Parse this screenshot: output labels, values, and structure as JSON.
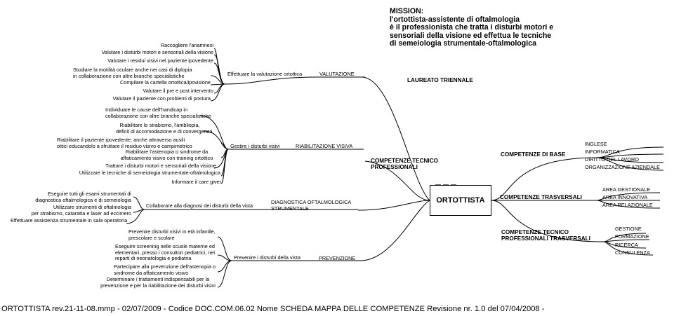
{
  "mission": {
    "line1": "MISSION:",
    "line2": "l'ortottista-assistente di oftalmologia",
    "line3": "è il professionista che tratta i disturbi motori e",
    "line4": "sensoriali della visione ed effettua le tecniche",
    "line5": "di semeiologia strumentale-oftalmologica"
  },
  "laureato": "LAUREATO TRIENNALE",
  "root": "ORTOTTISTA",
  "competenze_tecnico": {
    "line1": "COMPETENZE TECNICO",
    "line2": "PROFESSIONALI"
  },
  "competenze_di_base": {
    "label": "COMPETENZE DI BASE",
    "items": [
      "INGLESE",
      "INFORMATICA",
      "DIRITTO DEL LAVORO",
      "ORGANIZZAZIONE AZIENDALE"
    ]
  },
  "competenze_trasversali": {
    "label": "COMPETENZE TRASVERSALI",
    "items": [
      "AREA GESTIONALE",
      "AREA INNOVATIVA",
      "AREA RELAZIONALE"
    ]
  },
  "competenze_tecnico_trasversali": {
    "line1": "COMPETENZE TECNICO",
    "line2": "PROFESSIONALI TRASVERSALI",
    "items": [
      "GESTIONE",
      "FORMAZIONE",
      "RICERCA",
      "CONSULENZA"
    ]
  },
  "valutazione": {
    "label": "VALUTAZIONE",
    "sub": "Effettuare la valutazione ortottica",
    "items": [
      "Raccogliere l'anamnesi",
      "Valutare i disturbi motori e sensoriali della visione",
      "Valutare i residui visivi nel paziente ipovedente",
      "Studiare la motilità oculare anche nei casi di diplopia",
      "in collaborazione con altre branche specialistiche",
      "Compilare la cartella ortottica/ipovisione",
      "Valutare il pre e post intervento",
      "Valutare il paziente con problemi di postura"
    ]
  },
  "riabilitazione": {
    "label": "RIABILITAZIONE VISIVA",
    "sub": "Gestire i disturbi visivi",
    "items": [
      "Individuare le cause dell'handicap in",
      "collaborazione con altre branche specialistiche",
      "Riabilitare lo strabismo, l'ambliopia,",
      "deficit di accomodazione e di convergenza",
      "Riabilitare il paziente ipovedente, anche attraverso ausili",
      "ottici educandolo a sfruttare il residuo visivo e campimetrico",
      "Riabilitare l'astenopia o sindrome da",
      "affaticamento visivo con training ortottico",
      "Trattare i disturbi motori e sensoriali della visione",
      "Utilizzare le tecniche di semeiologia strumentale-oftalmologica",
      "Informare il care giver"
    ]
  },
  "diagnostica": {
    "line1": "DIAGNOSTICA OFTALMOLOGICA",
    "line2": "STRUMENTALE",
    "sub": "Collaborare alla diagnosi dei disturbi della vista",
    "items": [
      "Eseguire tutti gli esami strumentali di",
      "diagnostica oftalmologica e di semeiologia",
      "Utilizzare strumenti di oftalmologia",
      "per strabismo, cataratta e laser ad eccimero",
      "Effettuare assistenza strumentale in sala operatoria"
    ]
  },
  "prevenzione": {
    "label": "PREVENZIONE",
    "sub": "Prevenire i disturbi della vista",
    "items": [
      "Prevenire disturbi visivi in età infantile,",
      "prescolare e scolare",
      "Eseguire screening nelle scuole materne ed",
      "elementari, presso i consultori pediatrici, nei",
      "reparti di neonatologia e pediatria",
      "Partecipare alla prevenzione dell'astenopia o",
      "sindrome da affaticamento visivo",
      "Determinare i trattamenti indispensabili per la",
      "prevenzione e per la riabilitazione dei disturbi visivi"
    ]
  },
  "footer": "ORTOTTISTA rev.21-11-08.mmp - 02/07/2009 - Codice DOC.COM.06.02    Nome SCHEDA MAPPA DELLE COMPETENZE   Revisione nr. 1.0 del 07/04/2008 -"
}
